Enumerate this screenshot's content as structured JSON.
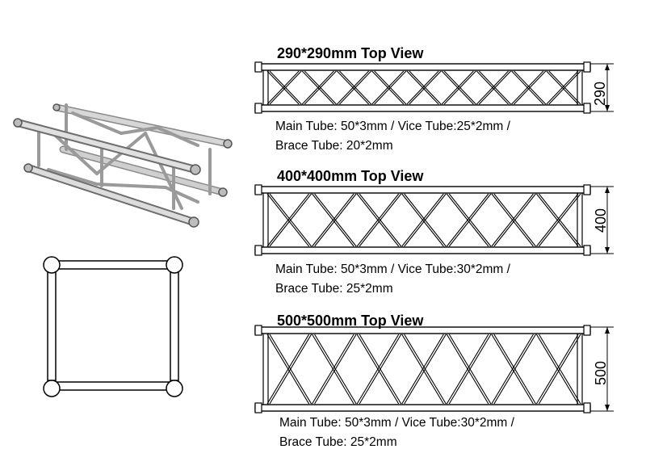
{
  "views": [
    {
      "title": "290*290mm Top View",
      "dimension": "290",
      "spec_line1": "Main Tube: 50*3mm / Vice Tube:25*2mm /",
      "spec_line2": "Brace Tube: 20*2mm"
    },
    {
      "title": "400*400mm Top View",
      "dimension": "400",
      "spec_line1": "Main Tube: 50*3mm / Vice Tube:30*2mm /",
      "spec_line2": "Brace Tube: 25*2mm"
    },
    {
      "title": "500*500mm Top View",
      "dimension": "500",
      "spec_line1": "Main Tube: 50*3mm / Vice Tube:30*2mm /",
      "spec_line2": "Brace Tube: 25*2mm"
    }
  ]
}
